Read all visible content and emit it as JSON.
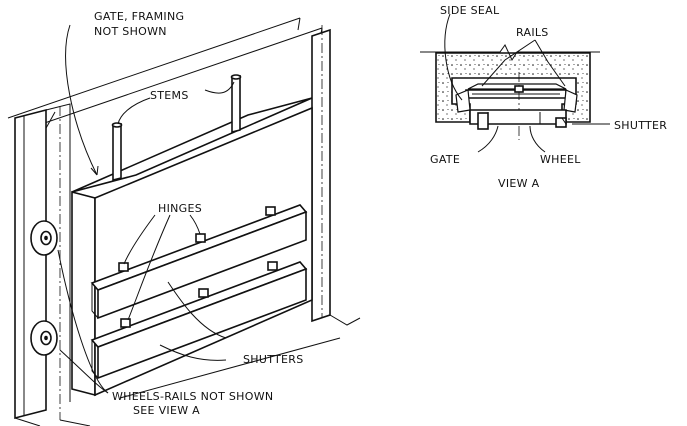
{
  "labels": {
    "gate_framing": "GATE, FRAMING",
    "not_shown": "NOT SHOWN",
    "stems": "STEMS",
    "hinges": "HINGES",
    "shutters": "SHUTTERS",
    "wheels_rails": "WHEELS-RAILS NOT SHOWN",
    "see_view_a": "SEE VIEW A",
    "side_seal": "SIDE SEAL",
    "rails": "RAILS",
    "shutter": "SHUTTER",
    "gate": "GATE",
    "wheel": "WHEEL",
    "view_a": "VIEW A"
  }
}
